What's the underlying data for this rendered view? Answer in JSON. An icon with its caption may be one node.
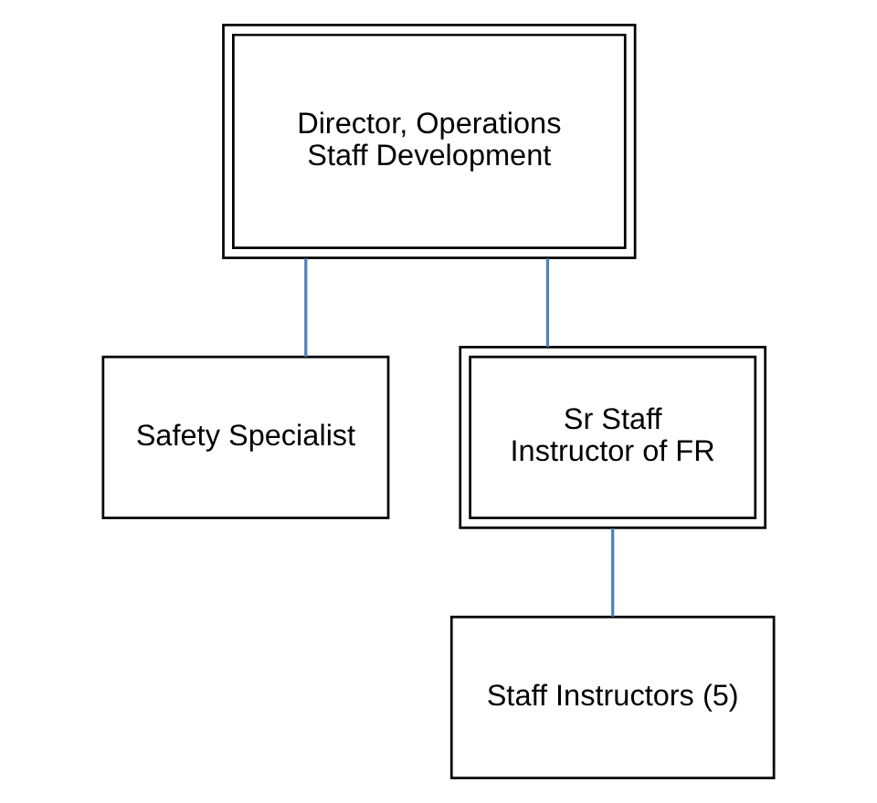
{
  "diagram": {
    "nodes": [
      {
        "text": [
          "Director, Operations Staff Development"
        ]
      },
      {
        "text": [
          "Safety Specialist"
        ]
      },
      {
        "text": [
          "Sr Staff Instructor of FR"
        ]
      },
      {
        "text": [
          "Staff Instructors (5)"
        ]
      }
    ],
    "edges": [
      {
        "from": 0,
        "to": 1,
        "arrow": "none"
      },
      {
        "from": 0,
        "to": 2,
        "arrow": "none"
      },
      {
        "from": 2,
        "to": 3,
        "arrow": "none"
      }
    ]
  }
}
